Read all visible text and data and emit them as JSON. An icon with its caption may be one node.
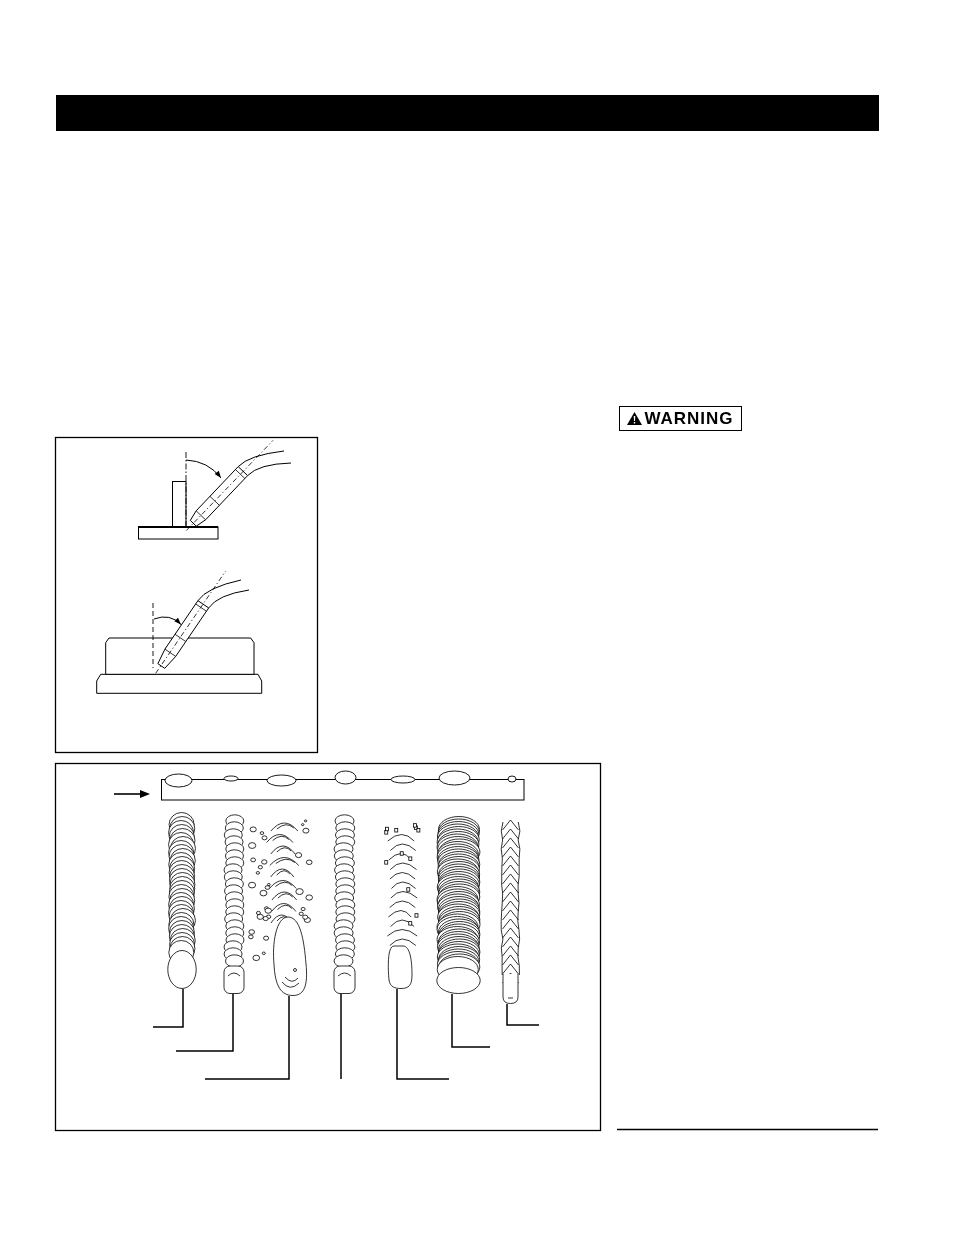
{
  "diagram": {
    "nodes": [
      {
        "text": [
          "WARNING"
        ]
      },
      {
        "text": [],
        "shape": "picture"
      },
      {
        "text": [],
        "shape": "picture"
      },
      {
        "text": [],
        "shape": "picture"
      },
      {
        "text": [],
        "shape": "picture"
      },
      {
        "text": [],
        "shape": "picture"
      },
      {
        "text": [],
        "shape": "picture"
      },
      {
        "text": [],
        "shape": "picture"
      }
    ],
    "edges": [
      {
        "from": null,
        "to": 1,
        "arrow": "none"
      },
      {
        "from": null,
        "to": 2,
        "arrow": "none"
      },
      {
        "from": null,
        "to": 3,
        "arrow": "none"
      },
      {
        "from": null,
        "to": 4,
        "arrow": "none"
      },
      {
        "from": null,
        "to": 5,
        "arrow": "none"
      },
      {
        "from": null,
        "to": 6,
        "arrow": "none"
      },
      {
        "from": null,
        "to": 7,
        "arrow": "none"
      }
    ]
  }
}
